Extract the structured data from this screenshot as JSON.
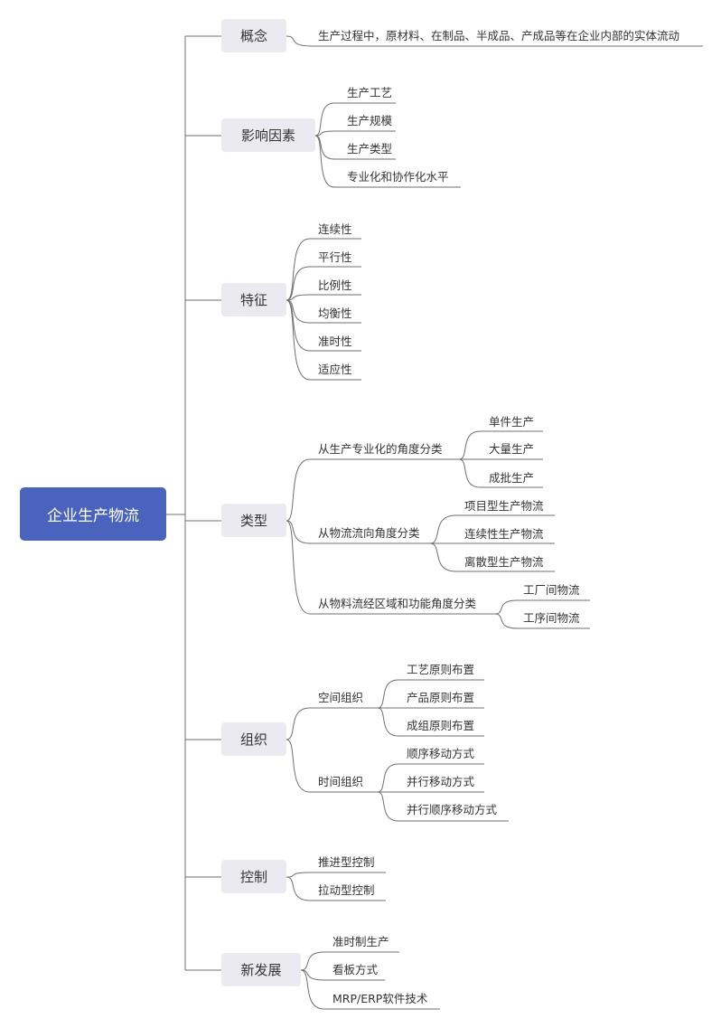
{
  "mindmap": {
    "root": {
      "label": "企业生产物流"
    },
    "branches": [
      {
        "label": "概念",
        "children": [
          {
            "label": "生产过程中，原材料、在制品、半成品、产成品等在企业内部的实体流动"
          }
        ]
      },
      {
        "label": "影响因素",
        "children": [
          {
            "label": "生产工艺"
          },
          {
            "label": "生产规模"
          },
          {
            "label": "生产类型"
          },
          {
            "label": "专业化和协作化水平"
          }
        ]
      },
      {
        "label": "特征",
        "children": [
          {
            "label": "连续性"
          },
          {
            "label": "平行性"
          },
          {
            "label": "比例性"
          },
          {
            "label": "均衡性"
          },
          {
            "label": "准时性"
          },
          {
            "label": "适应性"
          }
        ]
      },
      {
        "label": "类型",
        "children": [
          {
            "label": "从生产专业化的角度分类",
            "children": [
              {
                "label": "单件生产"
              },
              {
                "label": "大量生产"
              },
              {
                "label": "成批生产"
              }
            ]
          },
          {
            "label": "从物流流向角度分类",
            "children": [
              {
                "label": "项目型生产物流"
              },
              {
                "label": "连续性生产物流"
              },
              {
                "label": "离散型生产物流"
              }
            ]
          },
          {
            "label": "从物料流经区域和功能角度分类",
            "children": [
              {
                "label": "工厂间物流"
              },
              {
                "label": "工序间物流"
              }
            ]
          }
        ]
      },
      {
        "label": "组织",
        "children": [
          {
            "label": "空间组织",
            "children": [
              {
                "label": "工艺原则布置"
              },
              {
                "label": "产品原则布置"
              },
              {
                "label": "成组原则布置"
              }
            ]
          },
          {
            "label": "时间组织",
            "children": [
              {
                "label": "顺序移动方式"
              },
              {
                "label": "并行移动方式"
              },
              {
                "label": "并行顺序移动方式"
              }
            ]
          }
        ]
      },
      {
        "label": "控制",
        "children": [
          {
            "label": "推进型控制"
          },
          {
            "label": "拉动型控制"
          }
        ]
      },
      {
        "label": "新发展",
        "children": [
          {
            "label": "准时制生产"
          },
          {
            "label": "看板方式"
          },
          {
            "label": "MRP/ERP软件技术"
          }
        ]
      }
    ]
  }
}
